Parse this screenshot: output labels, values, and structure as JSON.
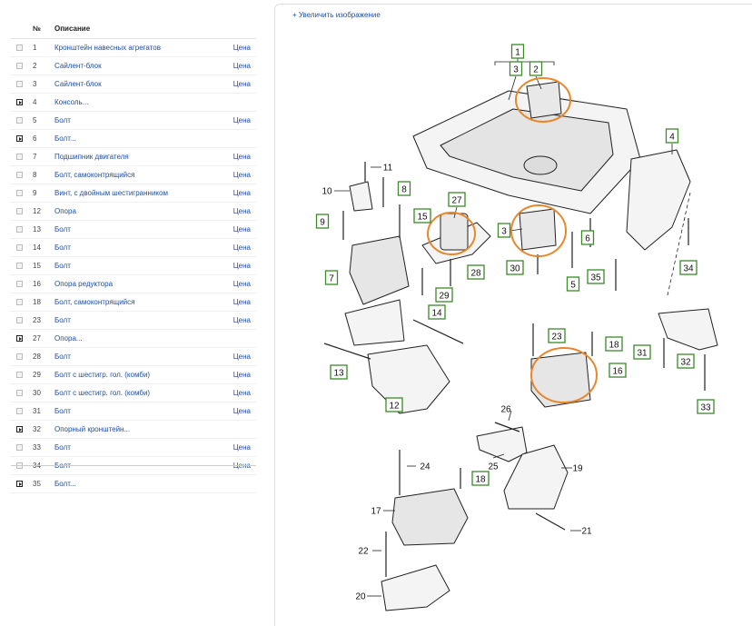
{
  "table": {
    "col_no": "№",
    "col_desc": "Описание",
    "rows": [
      {
        "no": "1",
        "desc": "Кронштейн навесных агрегатов",
        "price": "Цена",
        "expand": false
      },
      {
        "no": "2",
        "desc": "Сайлент-блок",
        "price": "Цена",
        "expand": false
      },
      {
        "no": "3",
        "desc": "Сайлент-блок",
        "price": "Цена",
        "expand": false
      },
      {
        "no": "4",
        "desc": "Консоль...",
        "price": "",
        "expand": true
      },
      {
        "no": "5",
        "desc": "Болт",
        "price": "Цена",
        "expand": false
      },
      {
        "no": "6",
        "desc": "Болт...",
        "price": "",
        "expand": true
      },
      {
        "no": "7",
        "desc": "Подшипник двигателя",
        "price": "Цена",
        "expand": false
      },
      {
        "no": "8",
        "desc": "Болт, самоконтрящийся",
        "price": "Цена",
        "expand": false
      },
      {
        "no": "9",
        "desc": "Винт, с двойным шестигранником",
        "price": "Цена",
        "expand": false
      },
      {
        "no": "12",
        "desc": "Опора",
        "price": "Цена",
        "expand": false
      },
      {
        "no": "13",
        "desc": "Болт",
        "price": "Цена",
        "expand": false
      },
      {
        "no": "14",
        "desc": "Болт",
        "price": "Цена",
        "expand": false
      },
      {
        "no": "15",
        "desc": "Болт",
        "price": "Цена",
        "expand": false
      },
      {
        "no": "16",
        "desc": "Опора редуктора",
        "price": "Цена",
        "expand": false
      },
      {
        "no": "18",
        "desc": "Болт, самоконтрящийся",
        "price": "Цена",
        "expand": false
      },
      {
        "no": "23",
        "desc": "Болт",
        "price": "Цена",
        "expand": false
      },
      {
        "no": "27",
        "desc": "Опора...",
        "price": "",
        "expand": true
      },
      {
        "no": "28",
        "desc": "Болт",
        "price": "Цена",
        "expand": false
      },
      {
        "no": "29",
        "desc": "Болт с шестигр. гол. (комби)",
        "price": "Цена",
        "expand": false
      },
      {
        "no": "30",
        "desc": "Болт с шестигр. гол. (комби)",
        "price": "Цена",
        "expand": false
      },
      {
        "no": "31",
        "desc": "Болт",
        "price": "Цена",
        "expand": false
      },
      {
        "no": "32",
        "desc": "Опорный кронштейн...",
        "price": "",
        "expand": true
      },
      {
        "no": "33",
        "desc": "Болт",
        "price": "Цена",
        "expand": false
      },
      {
        "no": "34",
        "desc": "Болт",
        "price": "Цена",
        "expand": false
      },
      {
        "no": "35",
        "desc": "Болт...",
        "price": "",
        "expand": true
      }
    ]
  },
  "zoom_link": "+ Увеличить изображение",
  "diagram": {
    "callouts": [
      {
        "n": "1",
        "box": true
      },
      {
        "n": "3",
        "box": true
      },
      {
        "n": "2",
        "box": true
      },
      {
        "n": "4",
        "box": true
      },
      {
        "n": "8",
        "box": true
      },
      {
        "n": "15",
        "box": true
      },
      {
        "n": "9",
        "box": true
      },
      {
        "n": "7",
        "box": true
      },
      {
        "n": "27",
        "box": true
      },
      {
        "n": "3",
        "box": true
      },
      {
        "n": "30",
        "box": true
      },
      {
        "n": "28",
        "box": true
      },
      {
        "n": "29",
        "box": true
      },
      {
        "n": "14",
        "box": true
      },
      {
        "n": "13",
        "box": true
      },
      {
        "n": "12",
        "box": true
      },
      {
        "n": "6",
        "box": true
      },
      {
        "n": "35",
        "box": true
      },
      {
        "n": "5",
        "box": true
      },
      {
        "n": "34",
        "box": true
      },
      {
        "n": "23",
        "box": true
      },
      {
        "n": "18",
        "box": true
      },
      {
        "n": "16",
        "box": true
      },
      {
        "n": "31",
        "box": true
      },
      {
        "n": "32",
        "box": true
      },
      {
        "n": "33",
        "box": true
      },
      {
        "n": "18",
        "box": true
      },
      {
        "n": "11",
        "box": false
      },
      {
        "n": "10",
        "box": false
      },
      {
        "n": "26",
        "box": false
      },
      {
        "n": "25",
        "box": false
      },
      {
        "n": "19",
        "box": false
      },
      {
        "n": "21",
        "box": false
      },
      {
        "n": "24",
        "box": false
      },
      {
        "n": "17",
        "box": false
      },
      {
        "n": "22",
        "box": false
      },
      {
        "n": "20",
        "box": false
      }
    ],
    "box_color": "#3a8a2a",
    "highlight_color": "#e8862a"
  }
}
